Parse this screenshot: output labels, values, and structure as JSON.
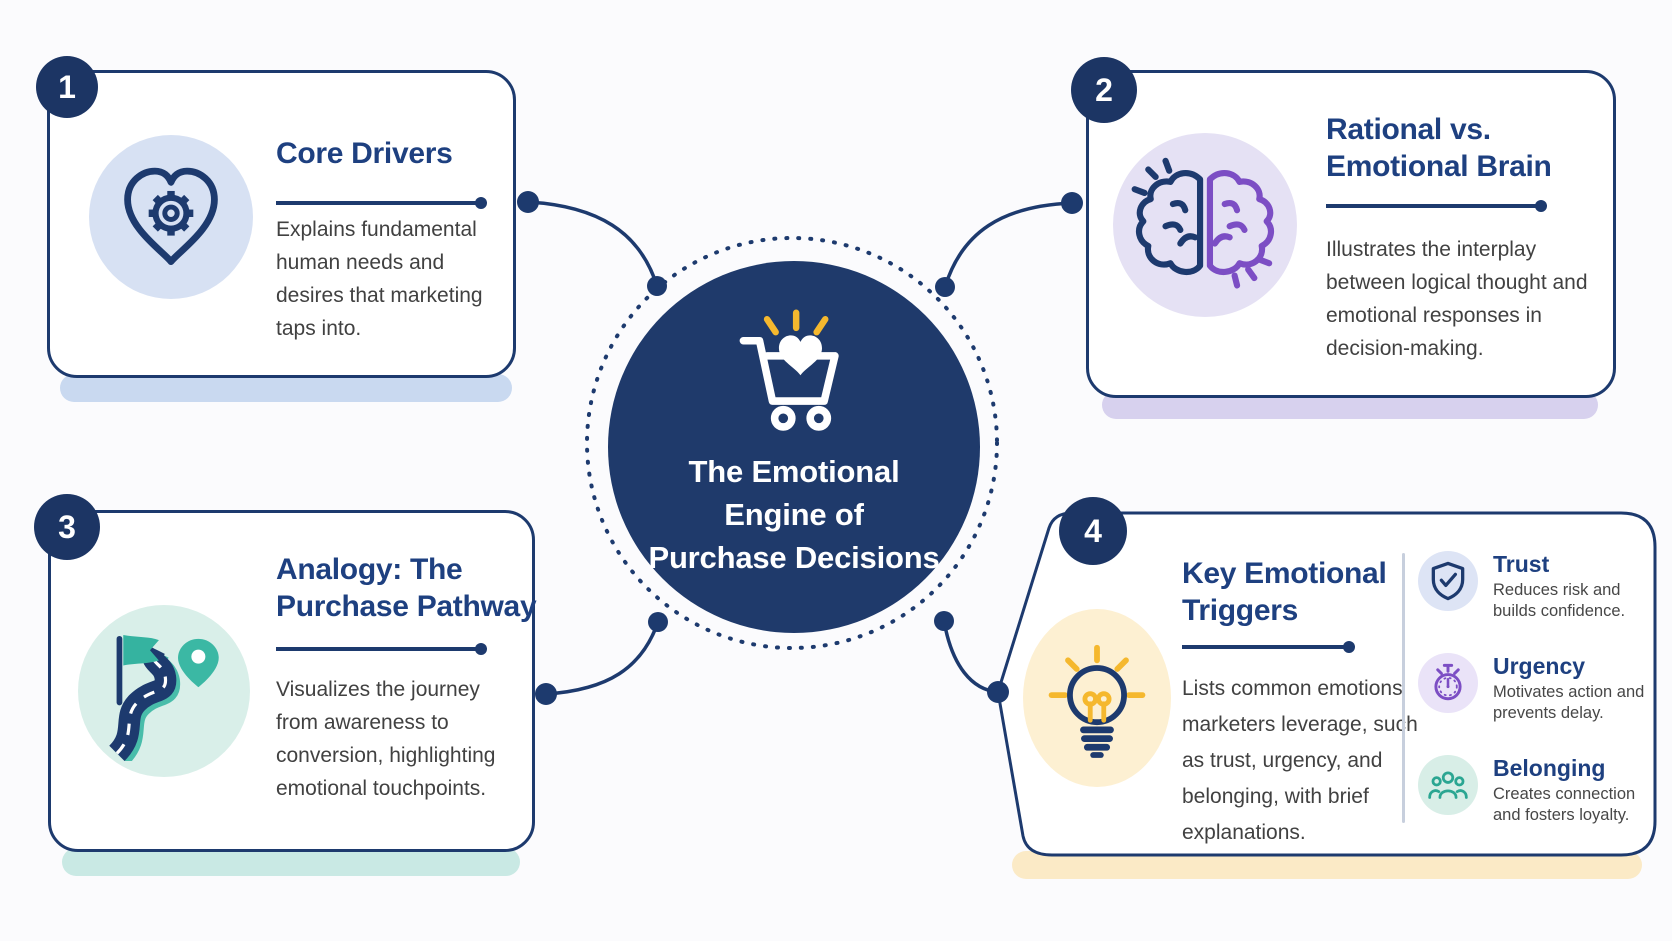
{
  "center": {
    "title": "The Emotional Engine of Purchase Decisions",
    "title_lines": [
      "The Emotional",
      "Engine of",
      "Purchase Decisions"
    ],
    "icon": "shopping-cart-heart-icon"
  },
  "cards": [
    {
      "number": "1",
      "title": "Core Drivers",
      "body": "Explains fundamental human needs and desires that marketing taps into.",
      "icon": "heart-gear-icon"
    },
    {
      "number": "2",
      "title": "Rational vs. Emotional Brain",
      "body": "Illustrates the interplay between logical thought and emotional responses in decision-making.",
      "icon": "split-brain-icon"
    },
    {
      "number": "3",
      "title": "Analogy: The Purchase Pathway",
      "body": "Visualizes the journey from awareness to conversion, highlighting emotional touchpoints.",
      "icon": "winding-road-icon"
    },
    {
      "number": "4",
      "title": "Key Emotional Triggers",
      "body": "Lists common emotions marketers leverage, such as trust, urgency, and belonging, with brief explanations.",
      "icon": "lightbulb-icon",
      "triggers": [
        {
          "label": "Trust",
          "desc": "Reduces risk and builds confidence.",
          "icon": "shield-check-icon"
        },
        {
          "label": "Urgency",
          "desc": "Motivates action and prevents delay.",
          "icon": "stopwatch-icon"
        },
        {
          "label": "Belonging",
          "desc": "Creates connection and fosters loyalty.",
          "icon": "people-group-icon"
        }
      ]
    }
  ],
  "colors": {
    "navy": "#1d3a6e",
    "center_circle": "#1f3a6b",
    "title_blue": "#1e4080",
    "body_gray": "#414141",
    "purple": "#7c4ec4",
    "teal": "#2ba692",
    "yellow": "#f5b82e",
    "shadow_blue": "#c9d9f0",
    "shadow_lavender": "#d7d1ee",
    "shadow_teal": "#c9e9e4",
    "shadow_cream": "#fbeac6",
    "iconbg_blue": "#d7e1f3",
    "iconbg_lavender": "#e5e1f4",
    "iconbg_teal": "#d9efe9",
    "iconbg_cream": "#fdf0d2",
    "iconbg_trust": "#dde4f5",
    "iconbg_urgency": "#eae3f8",
    "iconbg_belonging": "#d8eee7"
  }
}
